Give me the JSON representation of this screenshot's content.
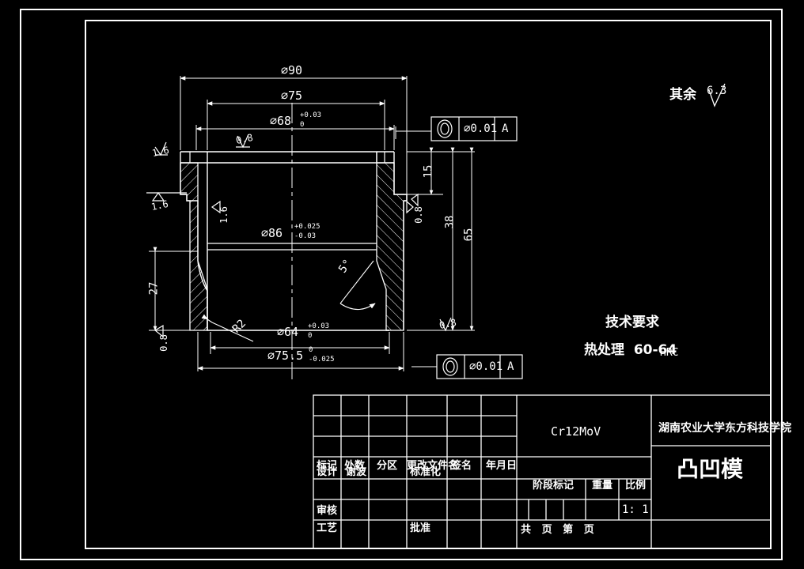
{
  "drawing": {
    "title": "凸凹模",
    "institution": "湖南农业大学东方科技学院",
    "material": "Cr12MoV",
    "scale": "1: 1",
    "general_roughness_label": "其余",
    "general_roughness_value": "6.3",
    "tech_req_title": "技术要求",
    "tech_req_line1": "热处理  60-64",
    "tech_req_unit": "HRC"
  },
  "dimensions": {
    "d90": "⌀90",
    "d75": "⌀75",
    "d68": "⌀68",
    "d68_upper": "+0.03",
    "d68_lower": "0",
    "d86": "⌀86",
    "d86_upper": "+0.025",
    "d86_lower": "-0.03",
    "d64": "⌀64",
    "d64_upper": "+0.03",
    "d64_lower": "0",
    "d755": "⌀75.5",
    "d755_upper": "0",
    "d755_lower": "-0.025",
    "h15": "15",
    "h38": "38",
    "h65": "65",
    "h27": "27",
    "angle5": "5°",
    "radius_r2": "R2"
  },
  "surface_finishes": {
    "top_left": "1.6",
    "left_step": "1.6",
    "inner_left": "1.6",
    "top_mid": "0.8",
    "inner_right": "0.8",
    "right_lower": "0.8",
    "bottom_left": "0.8",
    "bottom_right": "0.8"
  },
  "tolerance_frames": [
    {
      "symbol": "concentricity",
      "value": "⌀0.01",
      "datum": "A"
    },
    {
      "symbol": "concentricity",
      "value": "⌀0.01",
      "datum": "A"
    }
  ],
  "title_block": {
    "revision_headers": [
      "标记",
      "处数",
      "分区",
      "更改文件名",
      "签名",
      "年月日"
    ],
    "row_design_label": "设计",
    "row_design_name": "谢波",
    "row_standardize": "标准化",
    "row_review": "审核",
    "row_process": "工艺",
    "row_approve": "批准",
    "stage_mark": "阶段标记",
    "weight": "重量",
    "ratio": "比例",
    "sheet_total": "共   页   第   页"
  }
}
